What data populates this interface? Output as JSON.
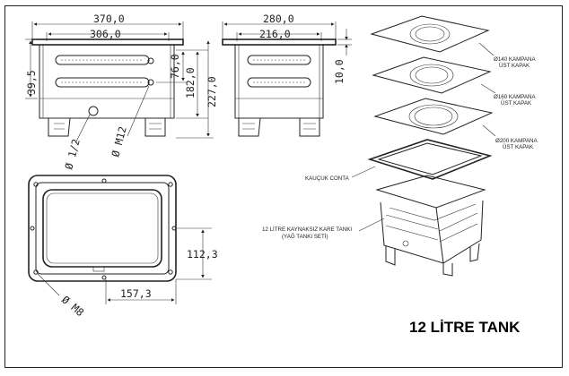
{
  "front_view": {
    "dim_width_outer": "370,0",
    "dim_width_inner": "306,0",
    "dim_height_top": "39,5",
    "dim_height_slot": "76,0",
    "dim_height_mid": "182,0",
    "dim_height_total": "227,0",
    "callout_fitting": "Ø 1/2",
    "callout_bolt": "Ø M12"
  },
  "side_view": {
    "dim_width_outer": "280,0",
    "dim_width_inner": "216,0",
    "dim_flange": "10,0"
  },
  "top_view": {
    "dim_half_height": "112,3",
    "dim_half_width": "157,3",
    "callout_hole": "Ø M8"
  },
  "exploded_view": {
    "cover_140": "Ø140 KAMPANA",
    "cover_140_sub": "ÜST KAPAK",
    "cover_160": "Ø160 KAMPANA",
    "cover_160_sub": "ÜST KAPAK",
    "cover_200": "Ø200 KAMPANA",
    "cover_200_sub": "ÜST KAPAK",
    "gasket": "KAUÇUK CONTA",
    "tank_line1": "12 LİTRE KAYNAKSIZ KARE TANKI",
    "tank_line2": "(YAĞ TANKI SETİ)"
  },
  "title": "12 LİTRE TANK"
}
